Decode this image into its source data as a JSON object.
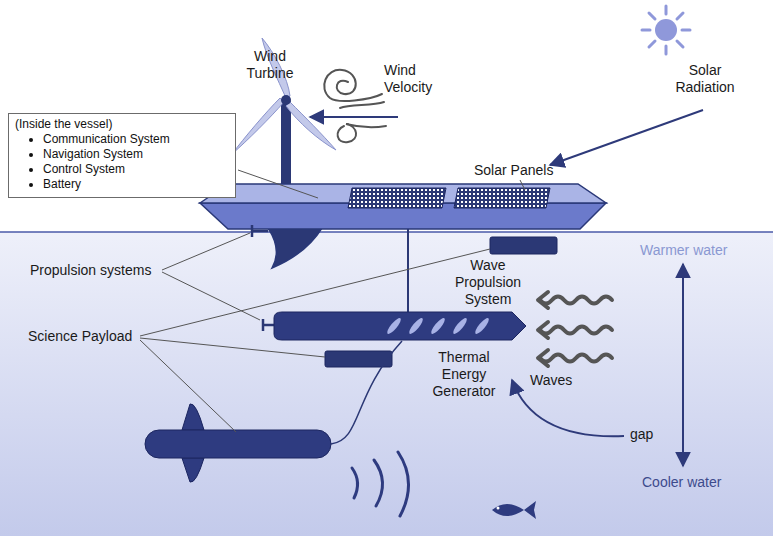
{
  "diagram": {
    "nodes": [
      {
        "text": [
          "(Inside the vessel)",
          "Communication System",
          "Navigation System",
          "Control System",
          "Battery"
        ]
      }
    ],
    "labels": [
      "Wind Turbine",
      "Wind Velocity",
      "Solar Radiation",
      "Solar Panels",
      "Propulsion systems",
      "Science Payload",
      "Wave Propulsion System",
      "Warmer water",
      "Thermal Energy Generator",
      "Waves",
      "gap",
      "Cooler water"
    ]
  }
}
